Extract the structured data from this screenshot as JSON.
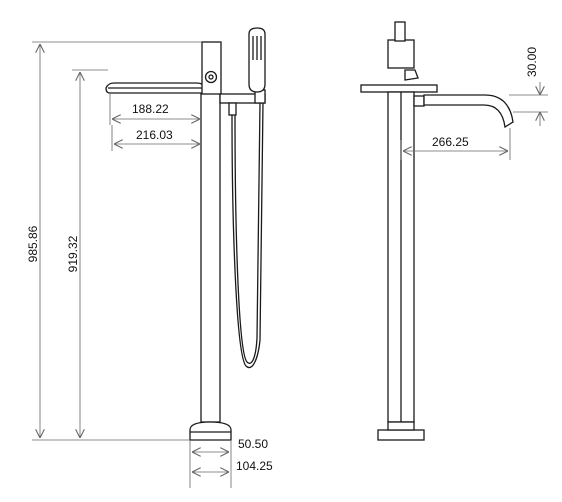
{
  "diagram": {
    "dimensions": {
      "overall_height": "985.86",
      "spout_height": "919.32",
      "spout_reach_inner": "188.22",
      "spout_reach_outer": "216.03",
      "base_inner": "50.50",
      "base_outer": "104.25",
      "side_spout_reach": "266.25",
      "side_spout_offset": "30.00"
    },
    "colors": {
      "line": "#1a1a1a",
      "dim_line": "#666666",
      "background": "#ffffff"
    }
  }
}
